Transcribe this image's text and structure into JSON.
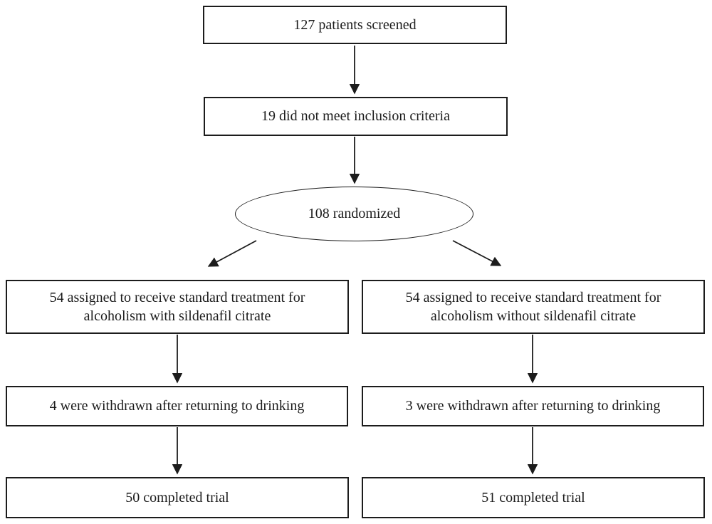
{
  "colors": {
    "border": "#1c1c1c",
    "text": "#1c1c1c",
    "background": "#ffffff"
  },
  "nodes": {
    "screened": {
      "label": "127 patients screened"
    },
    "not_met_inclusion": {
      "label": "19 did not meet inclusion criteria"
    },
    "randomized": {
      "label": "108 randomized"
    },
    "assigned_with": {
      "label": "54 assigned to receive standard treatment for alcoholism with sildenafil citrate"
    },
    "assigned_without": {
      "label": "54 assigned to receive standard treatment for alcoholism without sildenafil citrate"
    },
    "withdrawn_with": {
      "label": "4 were withdrawn after returning to drinking"
    },
    "withdrawn_without": {
      "label": "3 were withdrawn after returning to drinking"
    },
    "completed_with": {
      "label": "50 completed trial"
    },
    "completed_without": {
      "label": "51 completed trial"
    }
  }
}
